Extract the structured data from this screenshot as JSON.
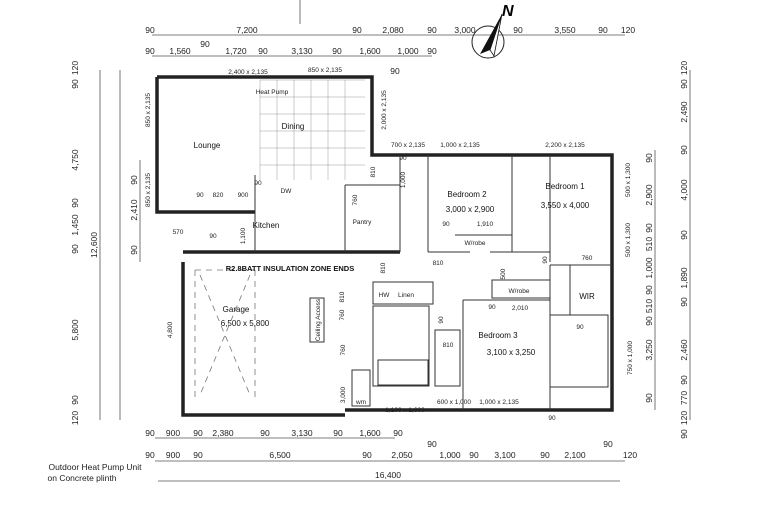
{
  "compass": {
    "label": "N",
    "icon": "north-arrow-icon"
  },
  "colors": {
    "walls": "#222222",
    "wet_area_outline": "#8b2a2a",
    "background": "#ffffff"
  },
  "rooms": {
    "lounge": "Lounge",
    "heat_pump": "Heat Pump",
    "dining": "Dining",
    "kitchen": "Kitchen",
    "pantry": "Pantry",
    "bedroom2": "Bedroom 2",
    "bedroom2_size": "3,000 x 2,900",
    "bedroom1": "Bedroom 1",
    "bedroom1_size": "3,550 x 4,000",
    "bedroom3": "Bedroom 3",
    "bedroom3_size": "3,100 x 3,250",
    "wrobe1": "W/robe",
    "wrobe2": "W/robe",
    "wir": "WIR",
    "linen": "Linen",
    "hw": "HW",
    "garage": "Garage",
    "garage_size": "6,500 x 5,800",
    "ceiling_access": "Ceiling Access",
    "insulation_note": "R2.8BATT INSULATION ZONE ENDS",
    "wm": "wm",
    "dw": "DW"
  },
  "note": {
    "line1": "Outdoor Heat Pump Unit",
    "line2": "on Concrete plinth"
  },
  "dims": {
    "top1": [
      "90",
      "7,200",
      "90",
      "2,080",
      "90",
      "3,000",
      "90",
      "3,550",
      "90",
      "120"
    ],
    "top_mid": "90",
    "top2": [
      "90",
      "1,560",
      "1,720",
      "90",
      "3,130",
      "90",
      "1,600",
      "1,000",
      "90"
    ],
    "top2_below": "90",
    "left_total": "12,600",
    "left1": [
      "120",
      "90",
      "4,750",
      "90",
      "1,450",
      "90",
      "5,800",
      "90",
      "120"
    ],
    "left2": [
      "90",
      "2,410",
      "90"
    ],
    "right_inner": [
      "90",
      "2,900",
      "90",
      "510",
      "1,000",
      "90",
      "510",
      "90",
      "3,250",
      "90"
    ],
    "right_outer": [
      "120",
      "90",
      "2,490",
      "90",
      "4,000",
      "90",
      "1,890",
      "90",
      "2,460",
      "90",
      "770",
      "120",
      "90"
    ],
    "bottom1": [
      "90",
      "900",
      "90",
      "2,380",
      "90",
      "3,130",
      "90",
      "1,600",
      "90"
    ],
    "bottom2": [
      "90",
      "900",
      "90",
      "6,500",
      "90",
      "2,050",
      "90",
      "1,000",
      "90",
      "3,100",
      "90",
      "2,100",
      "90",
      "120"
    ],
    "total": "16,400",
    "interior": [
      "90",
      "820",
      "900",
      "90",
      "570",
      "90",
      "1,100",
      "760",
      "810",
      "1,000",
      "90",
      "1,910",
      "90",
      "810",
      "500",
      "90",
      "760",
      "90",
      "2,010",
      "90",
      "760",
      "3,000",
      "90",
      "810",
      "810",
      "810",
      "760",
      "90",
      "4,800"
    ]
  },
  "windows": [
    "2,400 x 2,135",
    "850 x 2,135",
    "850 x 2,135",
    "850 x 2,135",
    "2,000 x 2,135",
    "700 x 2,135",
    "1,000 x 2,135",
    "2,200 x 2,135",
    "500 x 1,300",
    "500 x 1,300",
    "750 x 1,000",
    "1,100 x 1,000",
    "600 x 1,000",
    "1,000 x 2,135"
  ]
}
